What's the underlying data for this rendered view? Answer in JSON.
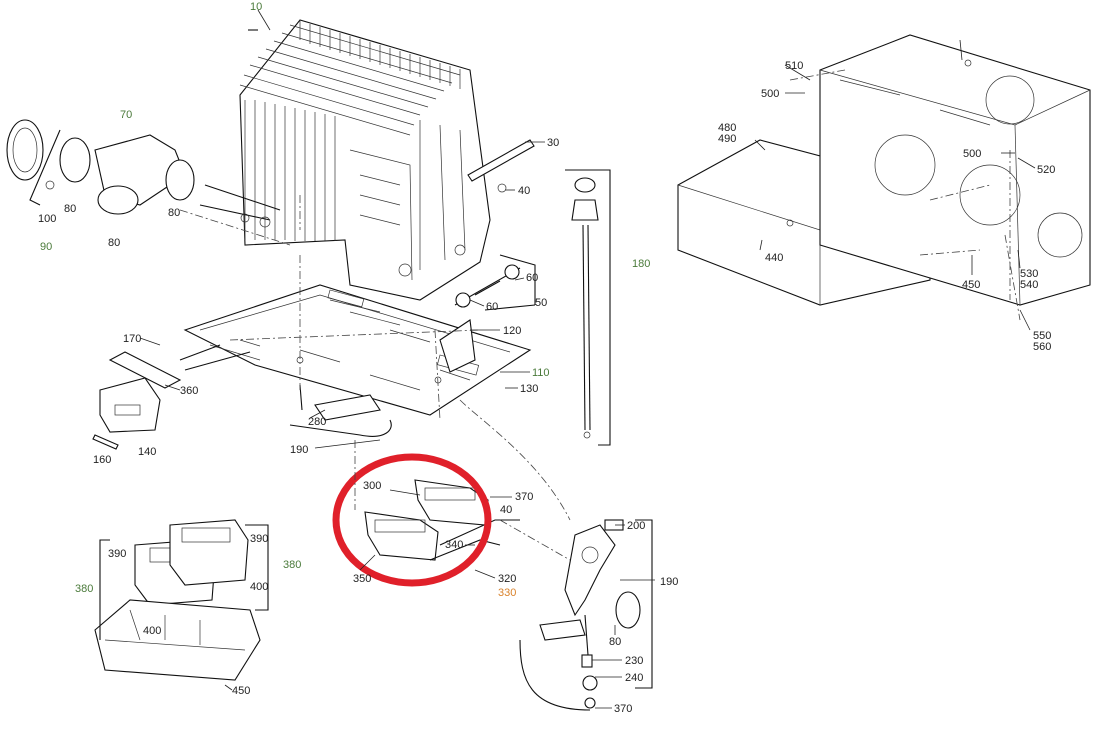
{
  "colors": {
    "ink": "#222222",
    "group_label": "#4a7a3a",
    "highlight_label": "#d9822b",
    "highlight_ring": "#e0202a"
  },
  "labels": {
    "l10": "10",
    "l30": "30",
    "l40a": "40",
    "l40b": "40",
    "l50": "50",
    "l60a": "60",
    "l60b": "60",
    "l70": "70",
    "l80a": "80",
    "l80b": "80",
    "l80c": "80",
    "l80d": "80",
    "l90": "90",
    "l100": "100",
    "l110": "110",
    "l120": "120",
    "l130": "130",
    "l140": "140",
    "l160": "160",
    "l170": "170",
    "l180": "180",
    "l190a": "190",
    "l190b": "190",
    "l200": "200",
    "l230": "230",
    "l240": "240",
    "l280": "280",
    "l300": "300",
    "l320": "320",
    "l330": "330",
    "l340": "340",
    "l350": "350",
    "l360": "360",
    "l370a": "370",
    "l370b": "370",
    "l380a": "380",
    "l380b": "380",
    "l390a": "390",
    "l390b": "390",
    "l400a": "400",
    "l400b": "400",
    "l440": "440",
    "l450a": "450",
    "l450b": "450",
    "l480": "480",
    "l490": "490",
    "l500a": "500",
    "l500b": "500",
    "l510": "510",
    "l520": "520",
    "l530": "530",
    "l540": "540",
    "l550": "550",
    "l560": "560"
  }
}
